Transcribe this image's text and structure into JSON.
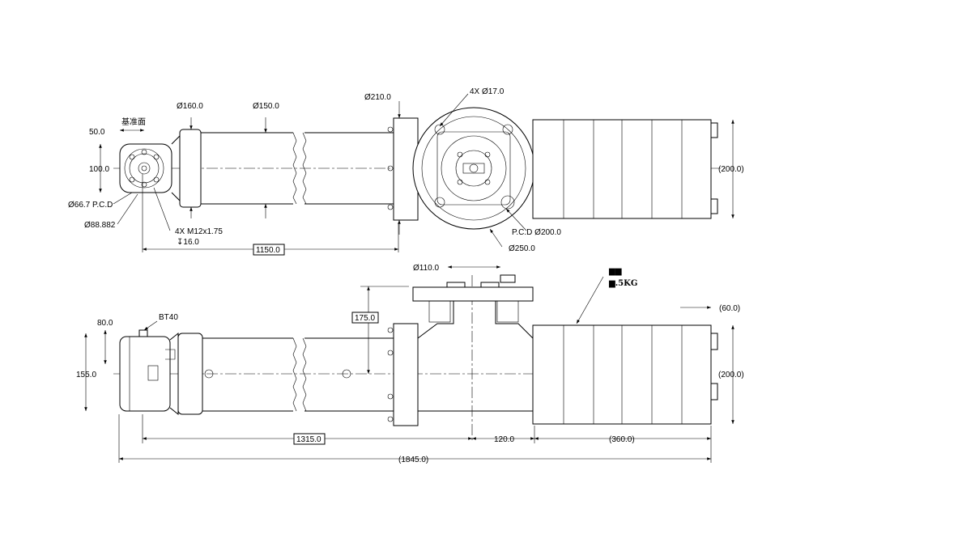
{
  "top_view": {
    "datum_label": "基准面",
    "dim_50": "50.0",
    "dim_100": "100.0",
    "dim_d160": "Ø160.0",
    "dim_d150": "Ø150.0",
    "dim_pcd_66": "Ø66.7 P.C.D",
    "dim_d88": "Ø88.882",
    "thread_line1": "4X M12x1.75",
    "thread_line2": "↧16.0",
    "dim_1150": "1150.0",
    "dim_d210": "Ø210.0",
    "holes": "4X Ø17.0",
    "pcd_200": "P.C.D Ø200.0",
    "dim_d250": "Ø250.0",
    "dim_200": "(200.0)"
  },
  "side_view": {
    "dim_d110": "Ø110.0",
    "weight_line1": "▆▆",
    "weight_line2": "▆.5KG",
    "dim_60": "(60.0)",
    "dim_175": "175.0",
    "bt40": "BT40",
    "dim_80": "80.0",
    "dim_155": "155.0",
    "dim_200": "(200.0)",
    "dim_1315": "1315.0",
    "dim_120": "120.0",
    "dim_360": "(360.0)",
    "dim_1845": "(1845.0)"
  }
}
